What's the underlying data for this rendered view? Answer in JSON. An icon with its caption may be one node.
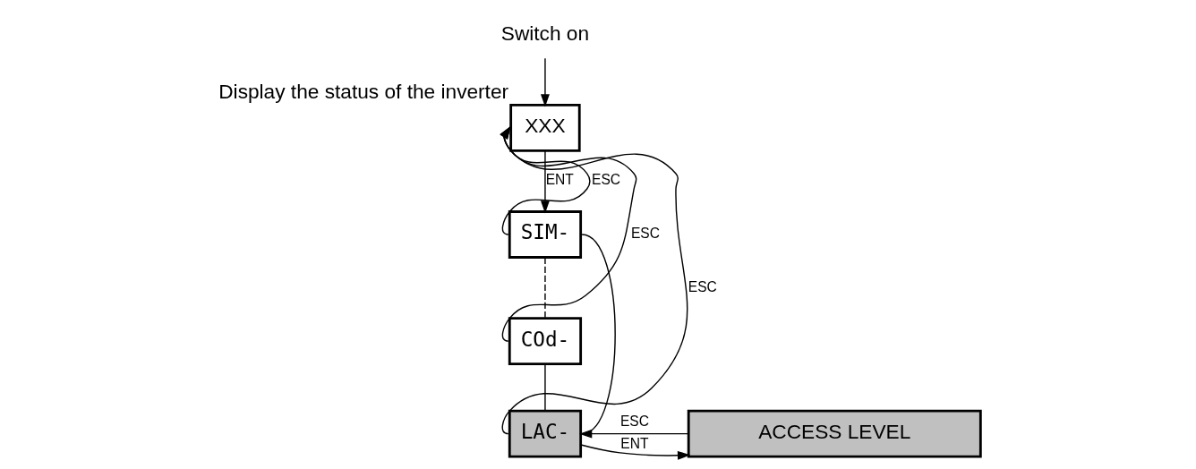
{
  "diagram": {
    "nodes": [
      {
        "text": [
          "Switch on"
        ]
      },
      {
        "text": [
          "XXX"
        ],
        "beside": [
          "Display the status of the inverter"
        ]
      },
      {
        "text": [
          "SIM-"
        ]
      },
      {
        "text": [
          "COd-"
        ]
      },
      {
        "text": [
          "LAC-"
        ]
      },
      {
        "text": [
          "ACCESS LEVEL"
        ]
      }
    ],
    "edges": [
      {
        "from": 0,
        "to": 1,
        "arrow": "to"
      },
      {
        "from": 1,
        "to": 2,
        "arrow": "to",
        "label": "ENT"
      },
      {
        "from": 2,
        "to": 1,
        "arrow": "to",
        "label": "ESC"
      },
      {
        "from": 2,
        "to": 3,
        "arrow": "none",
        "style": "dashed"
      },
      {
        "from": 3,
        "to": 1,
        "arrow": "to",
        "label": "ESC"
      },
      {
        "from": 3,
        "to": 4,
        "arrow": "none"
      },
      {
        "from": 4,
        "to": 1,
        "arrow": "to",
        "label": "ESC"
      },
      {
        "from": 4,
        "to": 5,
        "arrow": "to",
        "label": "ENT"
      },
      {
        "from": 5,
        "to": 4,
        "arrow": "to",
        "label": "ESC"
      },
      {
        "from": 4,
        "to": 2,
        "arrow": "none"
      }
    ]
  }
}
